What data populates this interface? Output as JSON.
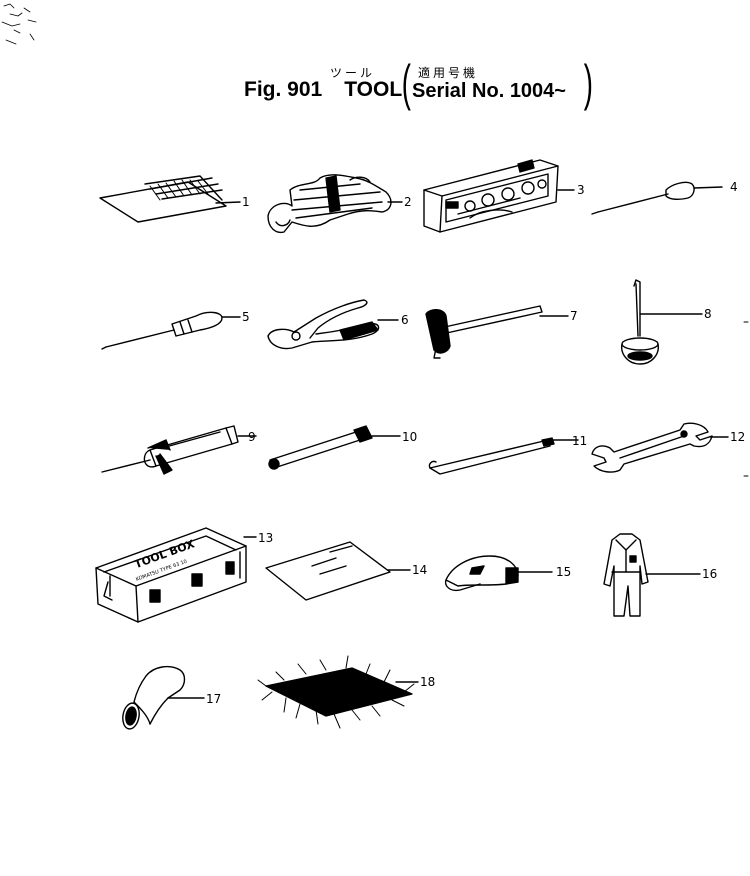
{
  "title": {
    "jp_name": "ツール",
    "jp_serial_label": "適用号機",
    "fig": "Fig. 901",
    "name": "TOOL",
    "serial": "Serial No. 1004~"
  },
  "parts": [
    "1",
    "2",
    "3",
    "4",
    "5",
    "6",
    "7",
    "8",
    "9",
    "10",
    "11",
    "12",
    "13",
    "14",
    "15",
    "16",
    "17",
    "18"
  ],
  "toolbox_label": {
    "line1": "TOOL  BOX",
    "line2": "KOMATSU   TYPE 63 10"
  },
  "colors": {
    "ink": "#000000",
    "paper": "#ffffff"
  }
}
